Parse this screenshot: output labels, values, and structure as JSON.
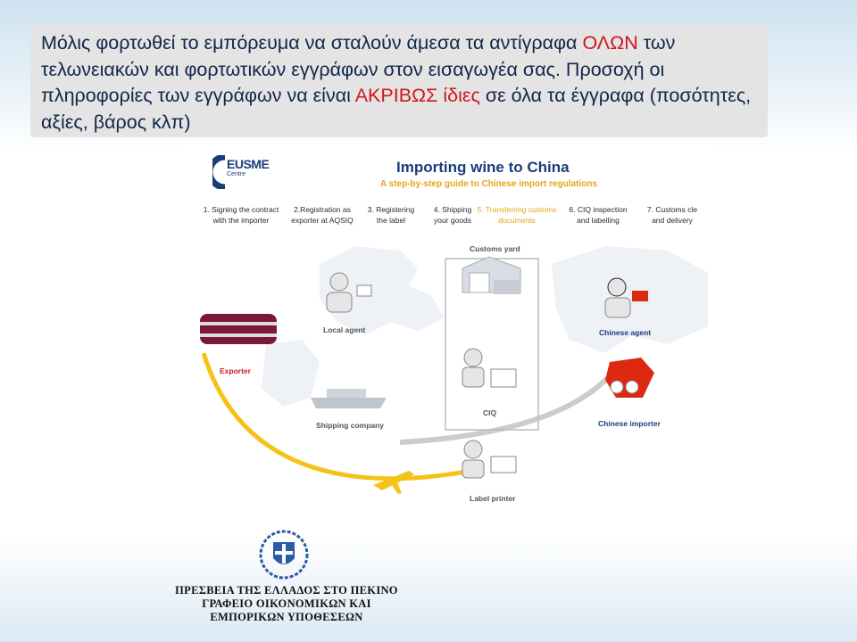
{
  "caption": {
    "part1": "Μόλις φορτωθεί το εμπόρευμα να σταλούν άμεσα τα αντίγραφα ",
    "emph1": "ΟΛΩΝ",
    "part2": " των τελωνειακών και φορτωτικών εγγράφων στον εισαγωγέα σας. Προσοχή οι πληροφορίες των εγγράφων να είναι ",
    "emph2": "ΑΚΡΙΒΩΣ ίδιες",
    "part3": " σε όλα τα έγγραφα (ποσότητες, αξίες, βάρος κλπ)",
    "emph_color": "#d0161b"
  },
  "infographic": {
    "logo_text": "EUSME",
    "logo_sub": "Centre",
    "title": "Importing wine to China",
    "subtitle": "A step-by-step guide to Chinese import regulations",
    "steps": [
      "1. Signing the contract\nwith the importer",
      "2.Registration as\nexporter at AQSIQ",
      "3. Registering\nthe label",
      "4. Shipping\nyour goods",
      "5. Transferring customs\ndocuments",
      "6. CIQ inspection\nand labelling",
      "7. Customs cle\nand delivery"
    ],
    "active_step": 5,
    "labels": {
      "customs_yard": "Customs yard",
      "local_agent": "Local agent",
      "chinese_agent": "Chinese agent",
      "exporter": "Exporter",
      "ciq": "CIQ",
      "shipping_company": "Shipping company",
      "chinese_importer": "Chinese importer",
      "label_printer": "Label printer"
    }
  },
  "embassy": {
    "line1": "ΠΡΕΣΒΕΙΑ ΤΗΣ ΕΛΛΑΔΟΣ ΣΤΟ ΠΕΚΙΝΟ",
    "line2": "ΓΡΑΦΕΙΟ ΟΙΚΟΝΟΜΙΚΩΝ ΚΑΙ",
    "line3": "ΕΜΠΟΡΙΚΩΝ ΥΠΟΘΕΣΕΩΝ"
  }
}
